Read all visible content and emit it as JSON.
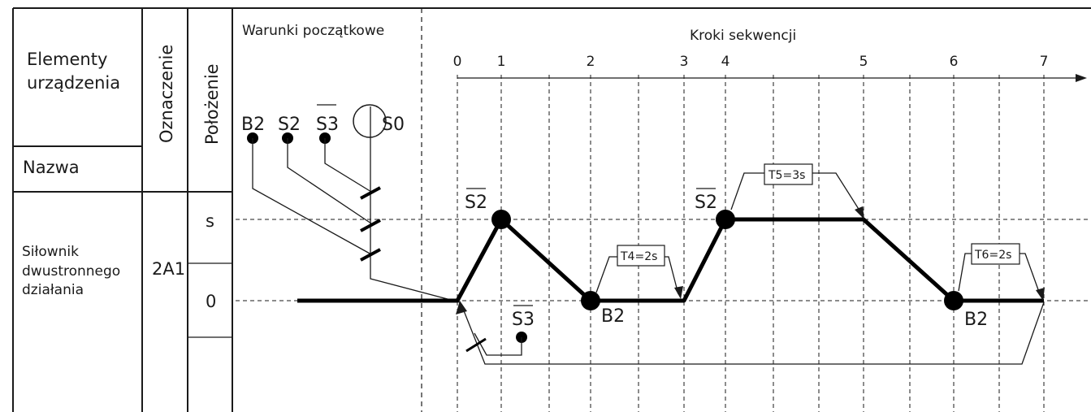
{
  "header": {
    "elements_line1": "Elementy",
    "elements_line2": "urządzenia",
    "name_label": "Nazwa",
    "designation_label": "Oznaczenie",
    "position_label": "Położenie",
    "initial_conditions": "Warunki początkowe",
    "sequence_steps": "Kroki sekwencji"
  },
  "component": {
    "name_line1": "Siłownik",
    "name_line2": "dwustronnego",
    "name_line3": "działania",
    "designation": "2A1",
    "position_s": "s",
    "position_0": "0"
  },
  "steps": [
    "0",
    "1",
    "2",
    "3",
    "4",
    "5",
    "6",
    "7"
  ],
  "initial_signals": {
    "b2": "B2",
    "s2": "S2",
    "s3": "S3",
    "s0": "S0"
  },
  "timers": {
    "t4": "T4=2s",
    "t5": "T5=3s",
    "t6": "T6=2s"
  },
  "signals": {
    "s2_step1": "S2",
    "s2_step4": "S2",
    "b2_step2": "B2",
    "b2_step6": "B2",
    "s3_return": "S3"
  }
}
